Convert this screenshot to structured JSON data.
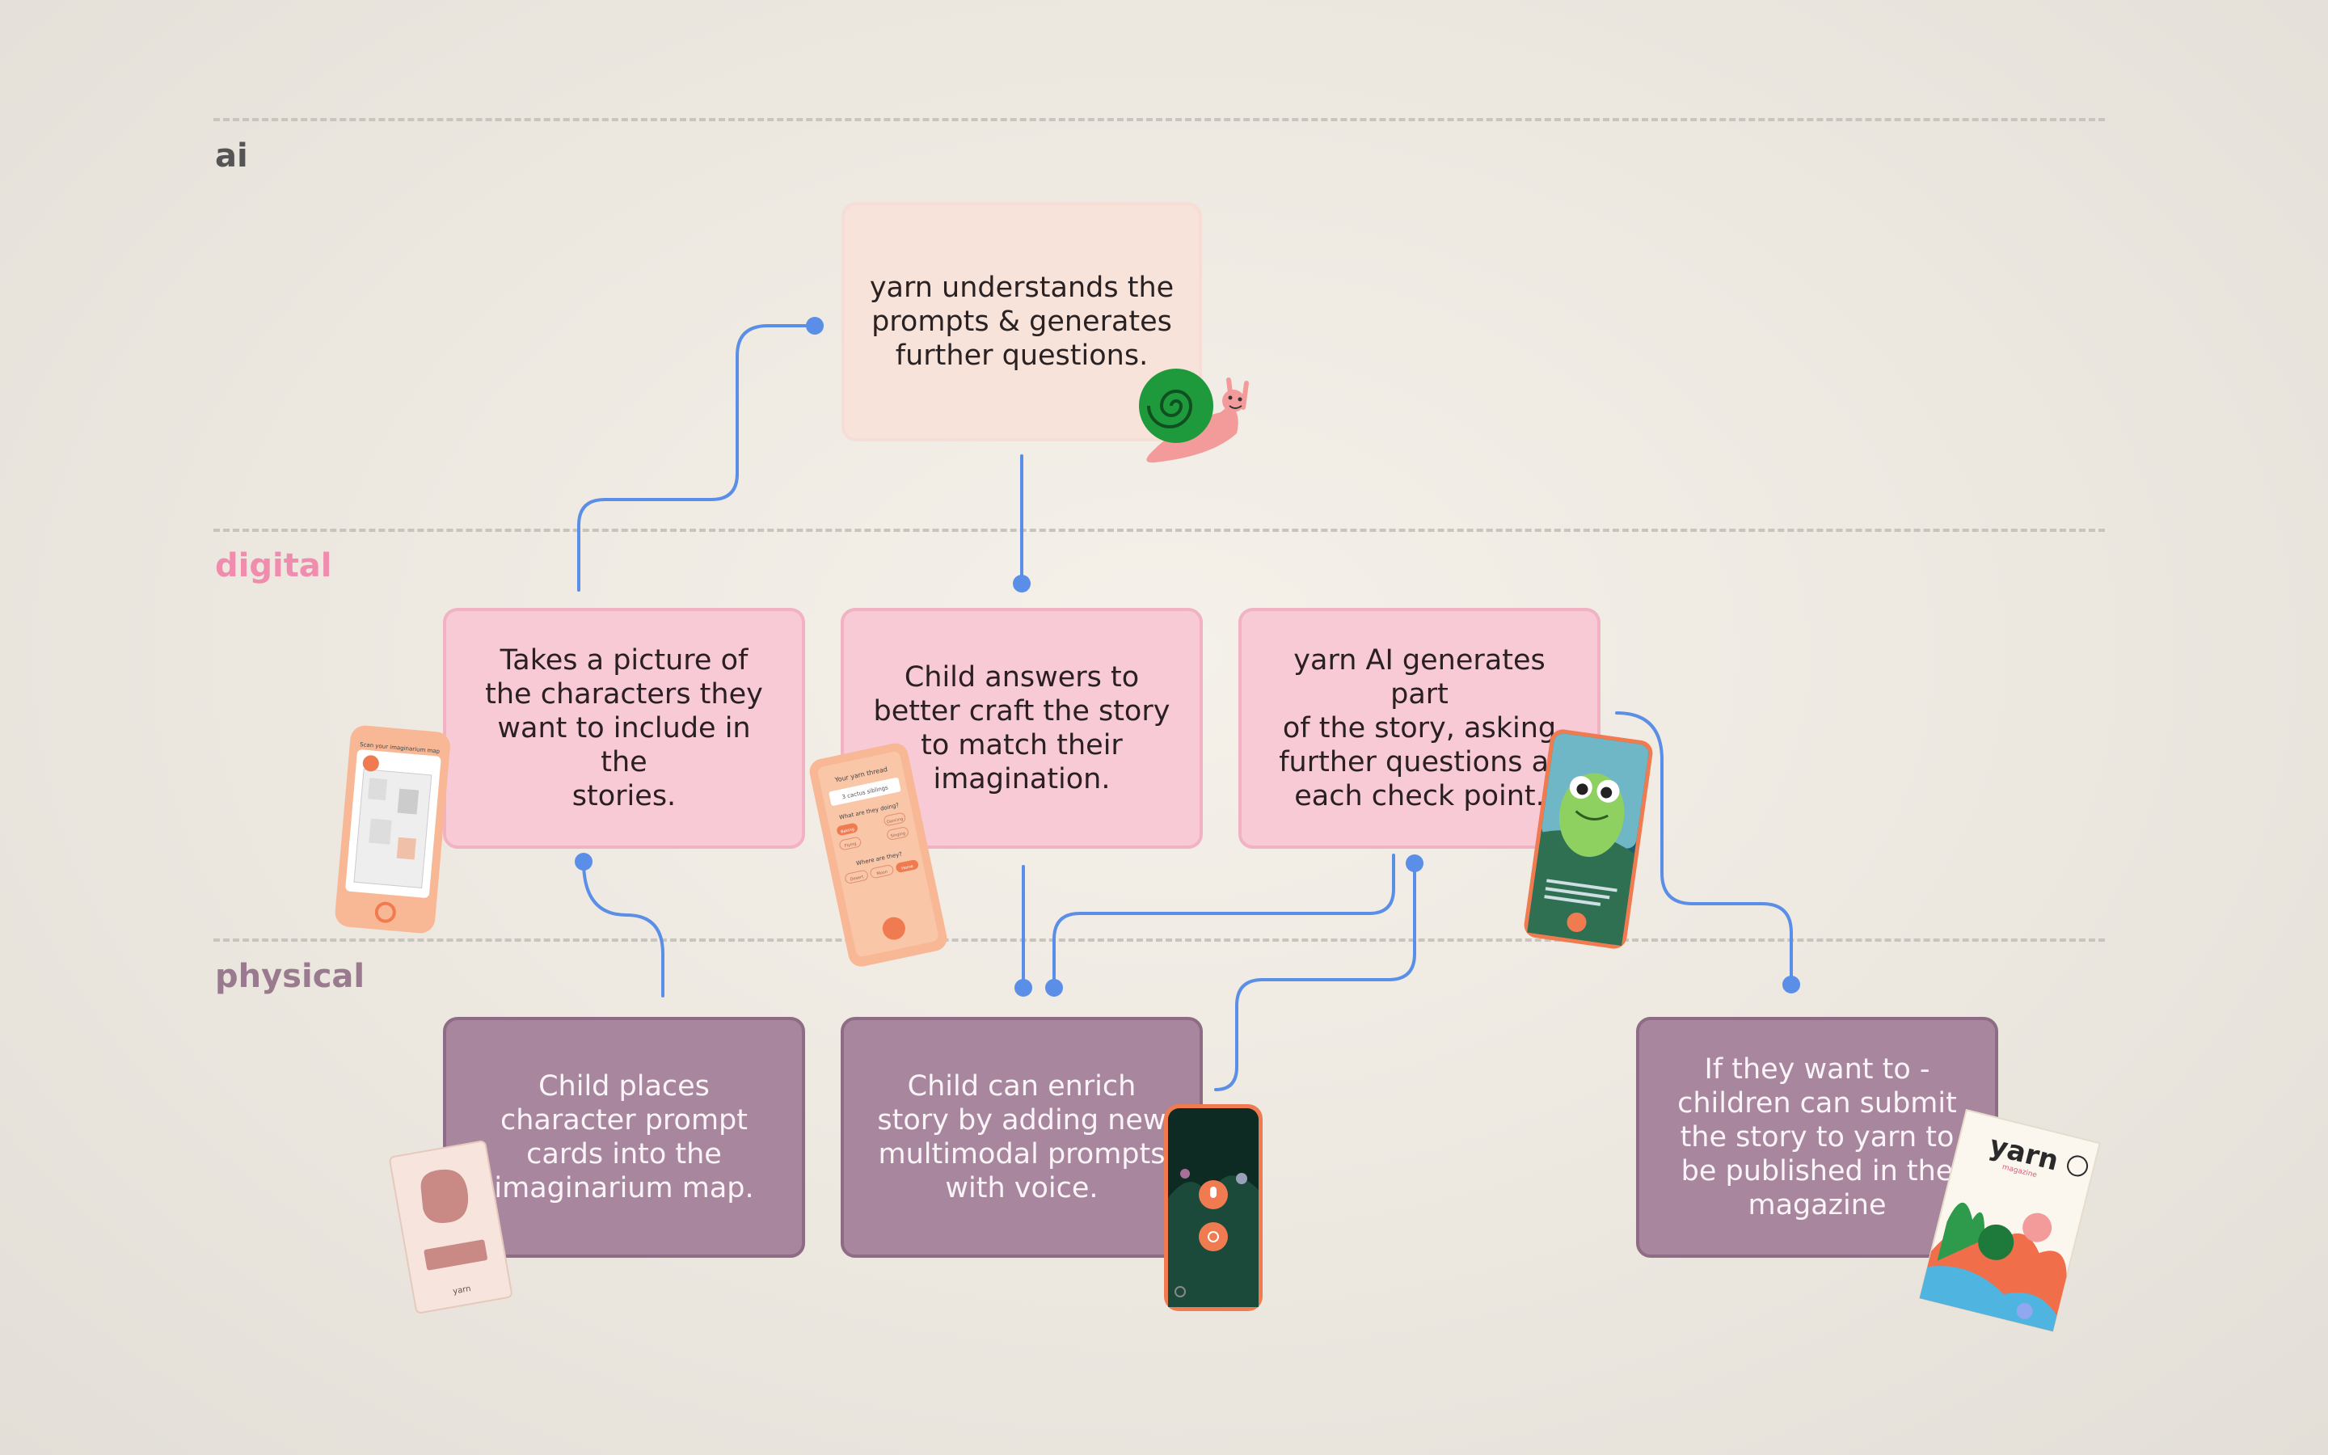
{
  "lanes": {
    "ai": {
      "label": "ai",
      "color": "#555555"
    },
    "digital": {
      "label": "digital",
      "color": "#f08cae"
    },
    "physical": {
      "label": "physical",
      "color": "#9a7a8e"
    }
  },
  "nodes": {
    "ai_generate": "yarn understands the\nprompts & generates\nfurther  questions.",
    "digital_picture": "Takes a picture of\nthe characters they\nwant to include in the\nstories.",
    "digital_answer": "Child answers to\nbetter craft the story\nto match their\nimagination.",
    "digital_story": "yarn AI generates part\nof the story, asking\nfurther questions at\neach check point.",
    "physical_place": "Child places\ncharacter prompt\ncards into the\nimaginarium map.",
    "physical_enrich": "Child can enrich\nstory by adding new\nmultimodal prompts\nwith voice.",
    "physical_submit": "If they want to -\nchildren can submit\nthe story to yarn to\nbe published in the\nmagazine"
  },
  "props": {
    "phone_scan_title": "Scan your imaginarium map",
    "phone_prompt_title": "Your yarn thread",
    "phone_prompt_input": "3 cactus siblings",
    "phone_prompt_q1": "What are they doing?",
    "phone_prompt_chips1": [
      "Baking",
      "Dancing",
      "Flying",
      "Singing"
    ],
    "phone_prompt_q2": "Where are they?",
    "phone_prompt_chips2": [
      "Desert",
      "Moon",
      "Home"
    ],
    "magazine_title": "yarn",
    "magazine_subtitle": "magazine",
    "card_brand": "yarn"
  },
  "colors": {
    "connector": "#5b8ee6",
    "accent_orange": "#f07b50"
  }
}
